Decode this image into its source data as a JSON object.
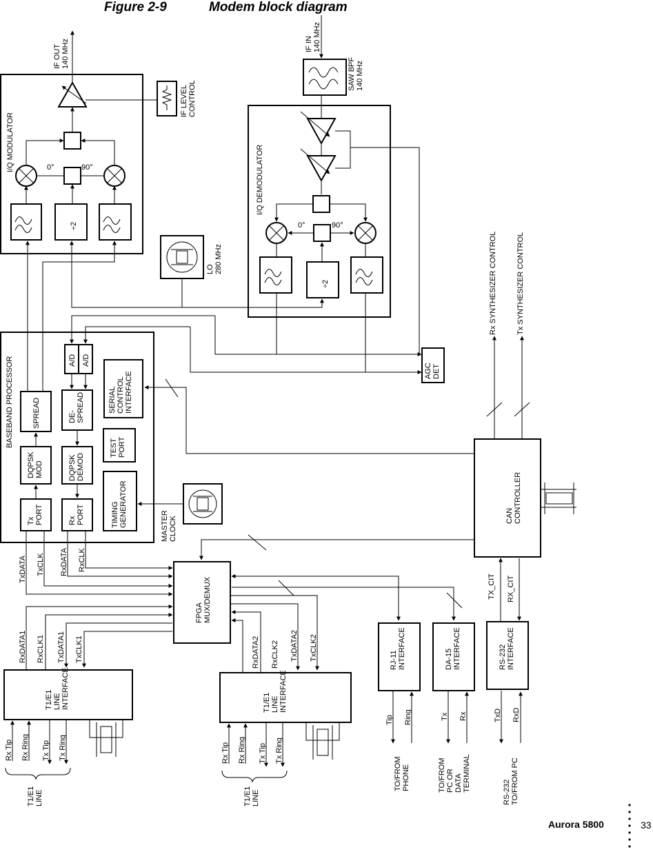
{
  "header": {
    "figure_number": "Figure 2-9",
    "figure_title": "Modem block diagram"
  },
  "footer": {
    "brand": "Aurora 5800",
    "page": "33"
  },
  "modulator": {
    "title": "I/Q MODULATOR",
    "phase_0": "0°",
    "phase_90": "90°",
    "divider": "÷2",
    "if_out": [
      "IF OUT",
      "140 MHz"
    ],
    "if_level": [
      "IF LEVEL",
      "CONTROL"
    ]
  },
  "demodulator": {
    "title": "I/Q DEMODULATOR",
    "phase_0": "0°",
    "phase_90": "90°",
    "divider": "÷2",
    "if_in": [
      "IF IN",
      "140 MHz"
    ],
    "saw": [
      "SAW BPF",
      "140 MHz"
    ]
  },
  "lo": [
    "LO",
    "280 MHz"
  ],
  "agc": [
    "AGC",
    "DET"
  ],
  "baseband": {
    "title": "BASEBAND PROCESSOR",
    "ad1": "A/D",
    "ad2": "A/D",
    "spread": "SPREAD",
    "despread": [
      "DE-",
      "SPREAD"
    ],
    "serial": [
      "SERIAL",
      "CONTROL",
      "INTERFACE"
    ],
    "dqpsk_mod": [
      "DQPSK",
      "MOD"
    ],
    "dqpsk_demod": [
      "DQPSK",
      "DEMOD"
    ],
    "test_port": [
      "TEST",
      "PORT"
    ],
    "tx_port": [
      "Tx",
      "PORT"
    ],
    "rx_port": [
      "Rx",
      "PORT"
    ],
    "timing": [
      "TIMING",
      "GENERATOR"
    ]
  },
  "master_clock": [
    "MASTER",
    "CLOCK"
  ],
  "can": [
    "CAN",
    "CONTROLLER"
  ],
  "synth": {
    "rx": "Rx SYNTHESIZER CONTROL",
    "tx": "Tx SYNTHESIZER CONTROL"
  },
  "signals": {
    "txdata": "TxDATA",
    "txclk": "TxCLK",
    "rxdata": "RxDATA",
    "rxclk": "RxCLK",
    "rxdata1": "RxDATA1",
    "rxclk1": "RxCLK1",
    "txdata1": "TxDATA1",
    "txclk1": "TxCLK1",
    "rxdata2": "RxDATA2",
    "rxclk2": "RxCLK2",
    "txdata2": "TxDATA2",
    "txclk2": "TxCLK2",
    "tx_cit": "TX_CIT",
    "rx_cit": "RX_CIT"
  },
  "fpga": [
    "FPGA",
    "MUX/DEMUX"
  ],
  "t1e1_interface": [
    "T1/E1",
    "LINE",
    "INTERFACE"
  ],
  "line_pins": {
    "rx_tip": "Rx Tip",
    "rx_ring": "Rx Ring",
    "tx_tip": "Tx Tip",
    "tx_ring": "Tx Ring"
  },
  "line_label": [
    "T1/E1",
    "LINE"
  ],
  "rj11": {
    "block": [
      "RJ-11",
      "INTERFACE"
    ],
    "tip": "Tip",
    "ring": "Ring",
    "dest": [
      "TO/FROM",
      "PHONE"
    ]
  },
  "da15": {
    "block": [
      "DA-15",
      "INTERFACE"
    ],
    "tx": "Tx",
    "rx": "Rx",
    "dest": [
      "TO/FROM",
      "PC OR",
      "DATA",
      "TERMINAL"
    ]
  },
  "rs232": {
    "block": [
      "RS-232",
      "INTERFACE"
    ],
    "txd": "TxD",
    "rxd": "RxD",
    "dest": [
      "RS-232",
      "TO/FROM PC"
    ]
  }
}
